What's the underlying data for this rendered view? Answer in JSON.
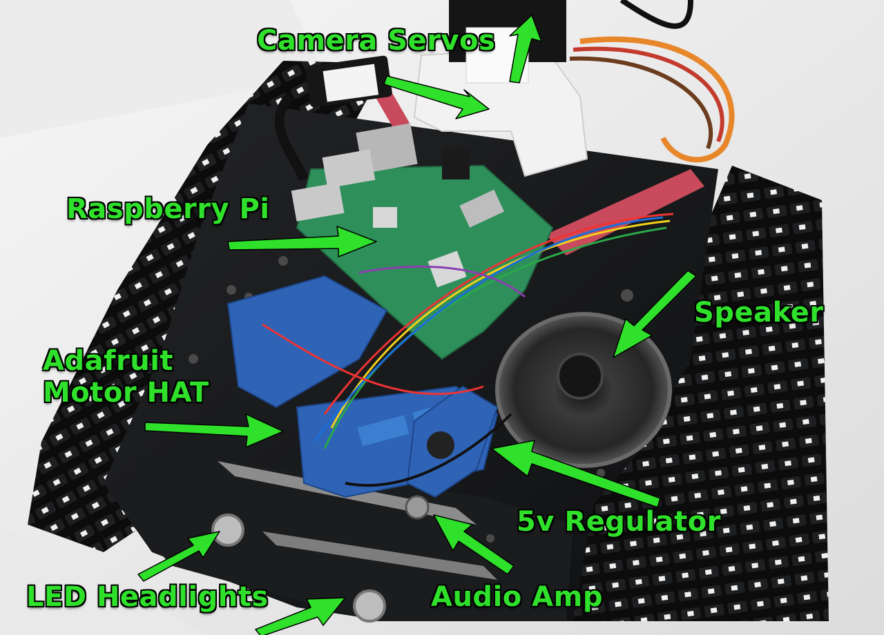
{
  "labels": {
    "camera_servos": "Camera Servos",
    "raspberry_pi": "Raspberry Pi",
    "motor_hat_line1": "Adafruit",
    "motor_hat_line2": "Motor HAT",
    "speaker": "Speaker",
    "regulator": "5v Regulator",
    "headlights": "LED Headlights",
    "audio_amp": "Audio Amp"
  },
  "colors": {
    "label_fill": "#2fe12a",
    "label_outline": "#000000",
    "arrow_fill": "#2fe12a",
    "chassis": "#141517",
    "track": "#0b0b0c",
    "pi_board": "#2f8f5a",
    "hat_board": "#2e63b6",
    "servo_bracket": "#f2f2f2",
    "speaker_cone": "#2b2b2b",
    "velcro": "#c94a5c"
  },
  "icons": {
    "arrow": "green-callout-arrow"
  }
}
